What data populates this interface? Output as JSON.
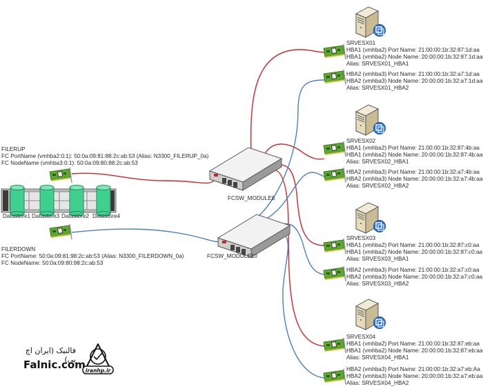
{
  "colors": {
    "fabric_a": "#d2232a",
    "fabric_b": "#4a7fc1",
    "hba_green": "#5ea832",
    "datastore": "#3fcf8e"
  },
  "filerup": {
    "name": "FILERUP",
    "port": "FC PortName (vmhba2:0:1): 50:0a:09:81:88:2c:ab:53 (Alias: N3300_FILERUP_0a)",
    "node": "FC NodeName (vmhba3:0:1): 50:0a:09:80:88:2c:ab:53"
  },
  "filerdown": {
    "name": "FILERDOWN",
    "port": "FC PortName: 50:0a:09:81:98:2c:ab:53 (Alias: N3300_FILERDOWN_0a)",
    "node": "FC NodeName: 50:0a:09:80:98:2c:ab:53"
  },
  "datastores": [
    "Datastore1",
    "Datastore3",
    "Datastore2",
    "Datastore4"
  ],
  "switches": {
    "module8": "FCSW_MODULE8",
    "module10": "FCSW_MODULE10"
  },
  "servers": [
    {
      "name": "SRVESX01",
      "hba1": [
        "HBA1 (vmhba2) Port Name: 21:00:00:1b:32:87:1d:aa",
        "HBA1 (vmhba2) Node Name: 20:00:00:1b:32:87:1d:aa",
        "Alias: SRVESX01_HBA1"
      ],
      "hba2": [
        "HBA2 (vmhba3) Port Name: 21:00:00:1b:32:a7:1d:aa",
        "HBA2 (vmhba3) Node Name: 20:00:00:1b:32:a7:1d:aa",
        "Alias: SRVESX01_HBA2"
      ]
    },
    {
      "name": "SRVESX02",
      "hba1": [
        "HBA1 (vmhba2) Port Name: 21:00:00:1b:32:87:4b:aa",
        "HBA1 (vmhba2) Node Name: 20:00:00:1b:32:87:4b:aa",
        "Alias: SRVESX02_HBA1"
      ],
      "hba2": [
        "HBA2 (vmhba3) Port Name: 21:00:00:1b:32:a7:4b:aa",
        "HBA2 (vmhba3) Node Name: 20:00:00:1b:32:a7:4b:aa",
        "Alias: SRVESX02_HBA2"
      ]
    },
    {
      "name": "SRVESX03",
      "hba1": [
        "HBA1 (vmhba2) Port Name: 21:00:00:1b:32:87:c0:aa",
        "HBA1 (vmhba2) Node Name: 20:00:00:1b:32:87:c0:aa",
        "Alias: SRVESX03_HBA1"
      ],
      "hba2": [
        "HBA2 (vmhba3) Port Name: 21:00:00:1b:32:a7:c0:aa",
        "HBA2 (vmhba3) Node Name: 20:00:00:1b:32:a7:c0:aa",
        "Alias: SRVESX03_HBA2"
      ]
    },
    {
      "name": "SRVESX04",
      "hba1": [
        "HBA1 (vmhba2) Port Name: 21:00:00:1b:32:87:eb:aa",
        "HBA1 (vmhba2) Node Name: 20:00:00:1b:32:87:eb:aa",
        "Alias: SRVESX04_HBA1"
      ],
      "hba2": [
        "HBA2 (vmhba3) Port Name: 21:00:00:1b:32:a7:eb:Aa",
        "HBA2 (vmhba3) Node Name: 20:00:00:1b:32:a7:eb:aa",
        "Alias: SRVESX04_HBA2"
      ]
    }
  ],
  "logo": {
    "persian": "فالنیک (ایران اچ پی)",
    "latin": "Falnic.com",
    "badge": "iranhp.ir"
  }
}
